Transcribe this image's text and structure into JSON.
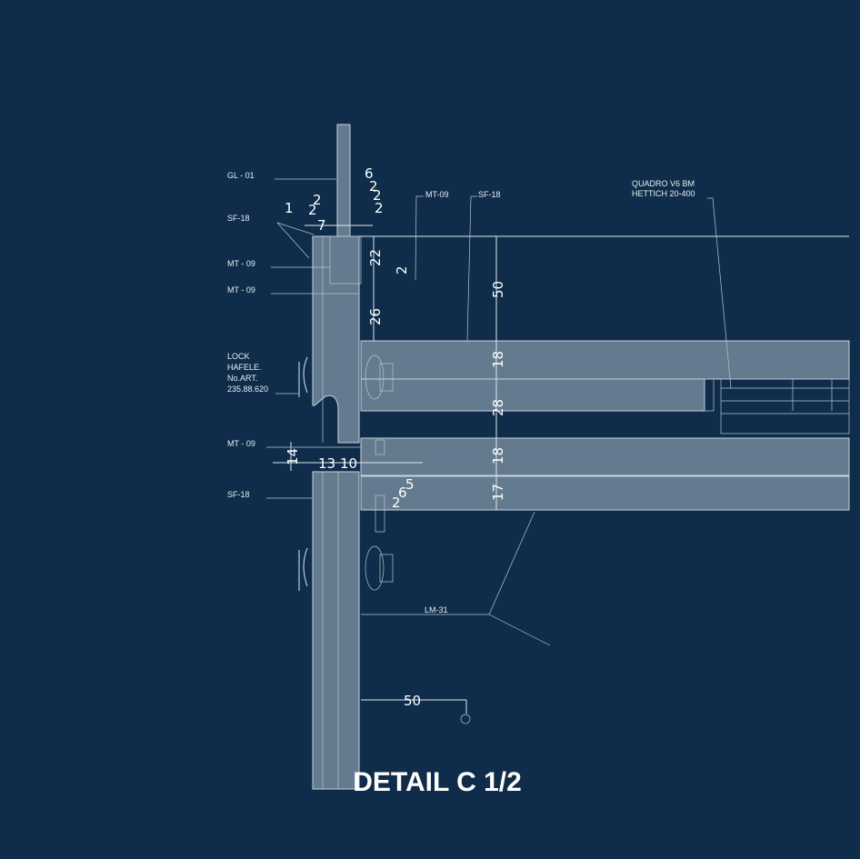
{
  "title": "DETAIL C 1/2",
  "labels": {
    "gl01": "GL - 01",
    "sf18_top": "SF-18",
    "mt09_a": "MT - 09",
    "mt09_b": "MT - 09",
    "lock": [
      "LOCK",
      "HAFELE.",
      "No.ART.",
      "235.88.620"
    ],
    "mt09_c": "MT - 09",
    "sf18_bottom": "SF-18",
    "mt09_top": "MT-09",
    "sf18_top2": "SF-18",
    "hardware": [
      "QUADRO V6 BM",
      "HETTICH  20-400"
    ],
    "lm31": "LM-31"
  },
  "dimensions": {
    "top": [
      "1",
      "2",
      "7",
      "2",
      "6",
      "2",
      "2",
      "2"
    ],
    "v22": "22",
    "v2": "2",
    "v26": "26",
    "v50": "50",
    "v18a": "18",
    "v28": "28",
    "v18b": "18",
    "v17": "17",
    "h14": "14",
    "h13": "13",
    "h10": "10",
    "s5": "5",
    "s6": "6",
    "s2": "2",
    "h50": "50"
  },
  "colors": {
    "background": "#0f2d4a",
    "panel": "#647a8e",
    "line": "#dfe6ec"
  }
}
